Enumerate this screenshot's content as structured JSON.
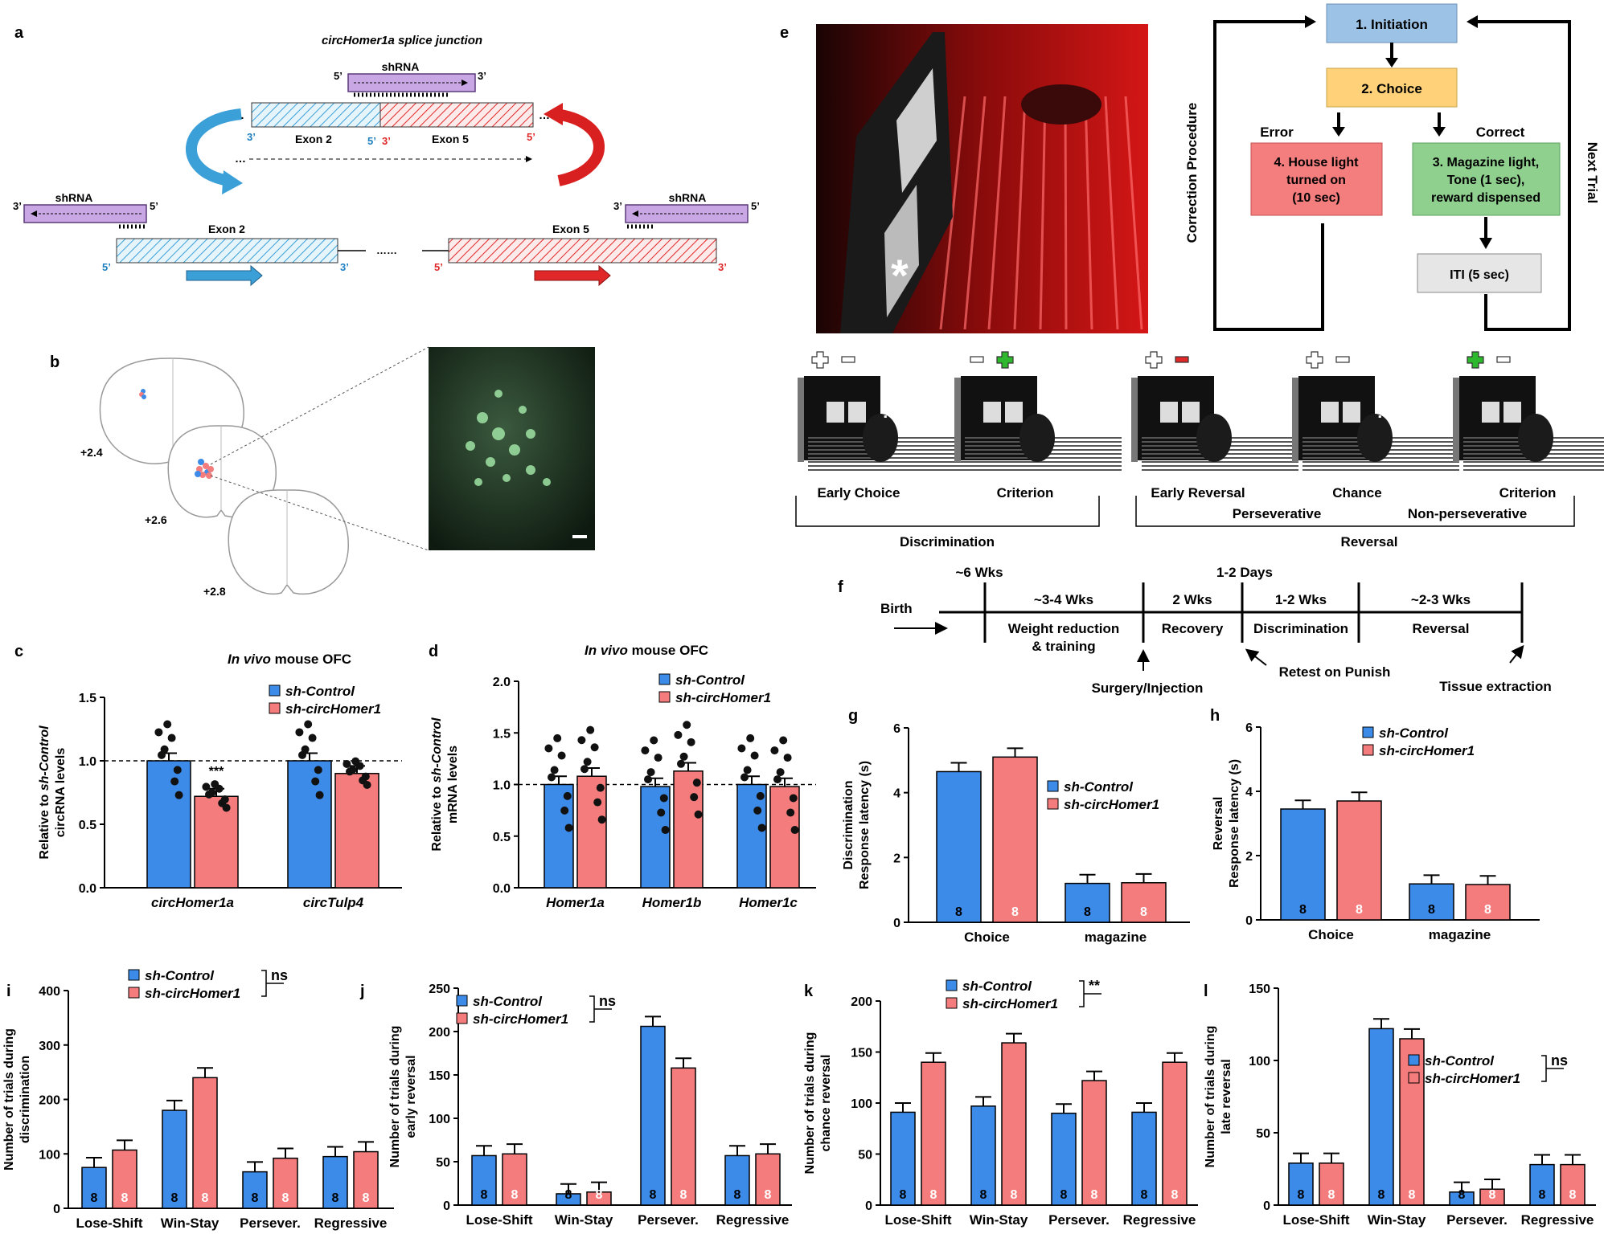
{
  "panel_labels": [
    "a",
    "b",
    "c",
    "d",
    "e",
    "f",
    "g",
    "h",
    "i",
    "j",
    "k",
    "l"
  ],
  "colors": {
    "control": "#3c8be8",
    "circ": "#f47c7c",
    "exon2": "#3ba0d8",
    "exon5": "#e02828",
    "shrna": "#b58ad6",
    "initiation": "#9cc3e6",
    "choice": "#ffd27a",
    "error": "#f47d7d",
    "correct": "#8fd08f",
    "iti": "#e0e0e0"
  },
  "panel_a": {
    "title": "circHomer1a splice junction",
    "shrna": "shRNA",
    "five": "5’",
    "three": "3’",
    "exon2": "Exon 2",
    "exon5": "Exon 5",
    "dots": "…",
    "dots6": "……"
  },
  "panel_b": {
    "levels": [
      "+2.4",
      "+2.6",
      "+2.8"
    ]
  },
  "panel_e": {
    "flow": {
      "initiation": "1. Initiation",
      "choice": "2. Choice",
      "error": "Error",
      "correct": "Correct",
      "house1": "4. House light",
      "house2": "turned on",
      "house3": "(10 sec)",
      "mag1": "3. Magazine light,",
      "mag2": "Tone (1 sec),",
      "mag3": "reward dispensed",
      "iti": "ITI (5 sec)",
      "correction": "Correction Procedure",
      "next": "Next Trial"
    },
    "stages": [
      "Early Choice",
      "Criterion",
      "Early Reversal",
      "Chance",
      "Criterion"
    ],
    "sub": [
      "Perseverative",
      "Non-perseverative"
    ],
    "groups": [
      "Discrimination",
      "Reversal"
    ],
    "q": "?"
  },
  "panel_f": {
    "birth": "Birth",
    "top": [
      "~6 Wks",
      "1-2 Days"
    ],
    "durations": [
      "~3-4 Wks",
      "2 Wks",
      "1-2 Wks",
      "~2-3 Wks"
    ],
    "phases": [
      "Weight reduction",
      "& training",
      "Recovery",
      "Discrimination",
      "Reversal"
    ],
    "events": [
      "Surgery/Injection",
      "Retest on Punish",
      "Tissue extraction"
    ]
  },
  "legend": {
    "control": "sh-Control",
    "circ": "sh-circHomer1"
  },
  "chart_data": [
    {
      "id": "c",
      "type": "bar",
      "title": "In vivo mouse OFC",
      "ylabel": "Relative to sh-Control circRNA levels",
      "ylim": [
        0,
        1.5
      ],
      "yticks": [
        "0.0",
        "0.5",
        "1.0",
        "1.5"
      ],
      "categories": [
        "circHomer1a",
        "circTulp4"
      ],
      "series": [
        {
          "name": "sh-Control",
          "values": [
            1.0,
            1.0
          ]
        },
        {
          "name": "sh-circHomer1",
          "values": [
            0.72,
            0.9
          ]
        }
      ],
      "reference_line": 1.0,
      "annotation": "***"
    },
    {
      "id": "d",
      "type": "bar",
      "title": "In vivo mouse OFC",
      "ylabel": "Relative to sh-Control mRNA levels",
      "ylim": [
        0,
        2.0
      ],
      "yticks": [
        "0.0",
        "0.5",
        "1.0",
        "1.5",
        "2.0"
      ],
      "categories": [
        "Homer1a",
        "Homer1b",
        "Homer1c"
      ],
      "series": [
        {
          "name": "sh-Control",
          "values": [
            1.0,
            0.98,
            1.0
          ]
        },
        {
          "name": "sh-circHomer1",
          "values": [
            1.08,
            1.13,
            0.98
          ]
        }
      ],
      "reference_line": 1.0
    },
    {
      "id": "g",
      "type": "bar",
      "ylabel": "Discrimination Response latency (s)",
      "ylim": [
        0,
        6
      ],
      "yticks": [
        "0",
        "2",
        "4",
        "6"
      ],
      "categories": [
        "Choice",
        "magazine"
      ],
      "series": [
        {
          "name": "sh-Control",
          "values": [
            4.65,
            1.2
          ]
        },
        {
          "name": "sh-circHomer1",
          "values": [
            5.1,
            1.22
          ]
        }
      ],
      "n": "8"
    },
    {
      "id": "h",
      "type": "bar",
      "ylabel": "Reversal Response latency (s)",
      "ylim": [
        0,
        6
      ],
      "yticks": [
        "0",
        "2",
        "4",
        "6"
      ],
      "categories": [
        "Choice",
        "magazine"
      ],
      "series": [
        {
          "name": "sh-Control",
          "values": [
            3.45,
            1.12
          ]
        },
        {
          "name": "sh-circHomer1",
          "values": [
            3.7,
            1.1
          ]
        }
      ],
      "n": "8"
    },
    {
      "id": "i",
      "type": "bar",
      "ylabel": "Number of trials during discrimination",
      "ylim": [
        0,
        400
      ],
      "yticks": [
        "0",
        "100",
        "200",
        "300",
        "400"
      ],
      "categories": [
        "Lose-Shift",
        "Win-Stay",
        "Persever.",
        "Regressive"
      ],
      "series": [
        {
          "name": "sh-Control",
          "values": [
            75,
            180,
            67,
            95
          ]
        },
        {
          "name": "sh-circHomer1",
          "values": [
            107,
            240,
            92,
            104
          ]
        }
      ],
      "n": "8",
      "significance": "ns"
    },
    {
      "id": "j",
      "type": "bar",
      "ylabel": "Number of trials during early reversal",
      "ylim": [
        0,
        250
      ],
      "yticks": [
        "0",
        "50",
        "100",
        "150",
        "200",
        "250"
      ],
      "categories": [
        "Lose-Shift",
        "Win-Stay",
        "Persever.",
        "Regressive"
      ],
      "series": [
        {
          "name": "sh-Control",
          "values": [
            57,
            13,
            206,
            57
          ]
        },
        {
          "name": "sh-circHomer1",
          "values": [
            59,
            15,
            158,
            59
          ]
        }
      ],
      "n": "8",
      "significance": "ns"
    },
    {
      "id": "k",
      "type": "bar",
      "ylabel": "Number of trials during chance reversal",
      "ylim": [
        0,
        200
      ],
      "yticks": [
        "0",
        "50",
        "100",
        "150",
        "200"
      ],
      "categories": [
        "Lose-Shift",
        "Win-Stay",
        "Persever.",
        "Regressive"
      ],
      "series": [
        {
          "name": "sh-Control",
          "values": [
            91,
            97,
            90,
            91
          ]
        },
        {
          "name": "sh-circHomer1",
          "values": [
            140,
            159,
            122,
            140
          ]
        }
      ],
      "n": "8",
      "significance": "**"
    },
    {
      "id": "l",
      "type": "bar",
      "ylabel": "Number of trials during late reversal",
      "ylim": [
        0,
        150
      ],
      "yticks": [
        "0",
        "50",
        "100",
        "150"
      ],
      "categories": [
        "Lose-Shift",
        "Win-Stay",
        "Persever.",
        "Regressive"
      ],
      "series": [
        {
          "name": "sh-Control",
          "values": [
            29,
            122,
            9,
            28
          ]
        },
        {
          "name": "sh-circHomer1",
          "values": [
            29,
            115,
            11,
            28
          ]
        }
      ],
      "n": "8",
      "significance": "ns"
    }
  ]
}
